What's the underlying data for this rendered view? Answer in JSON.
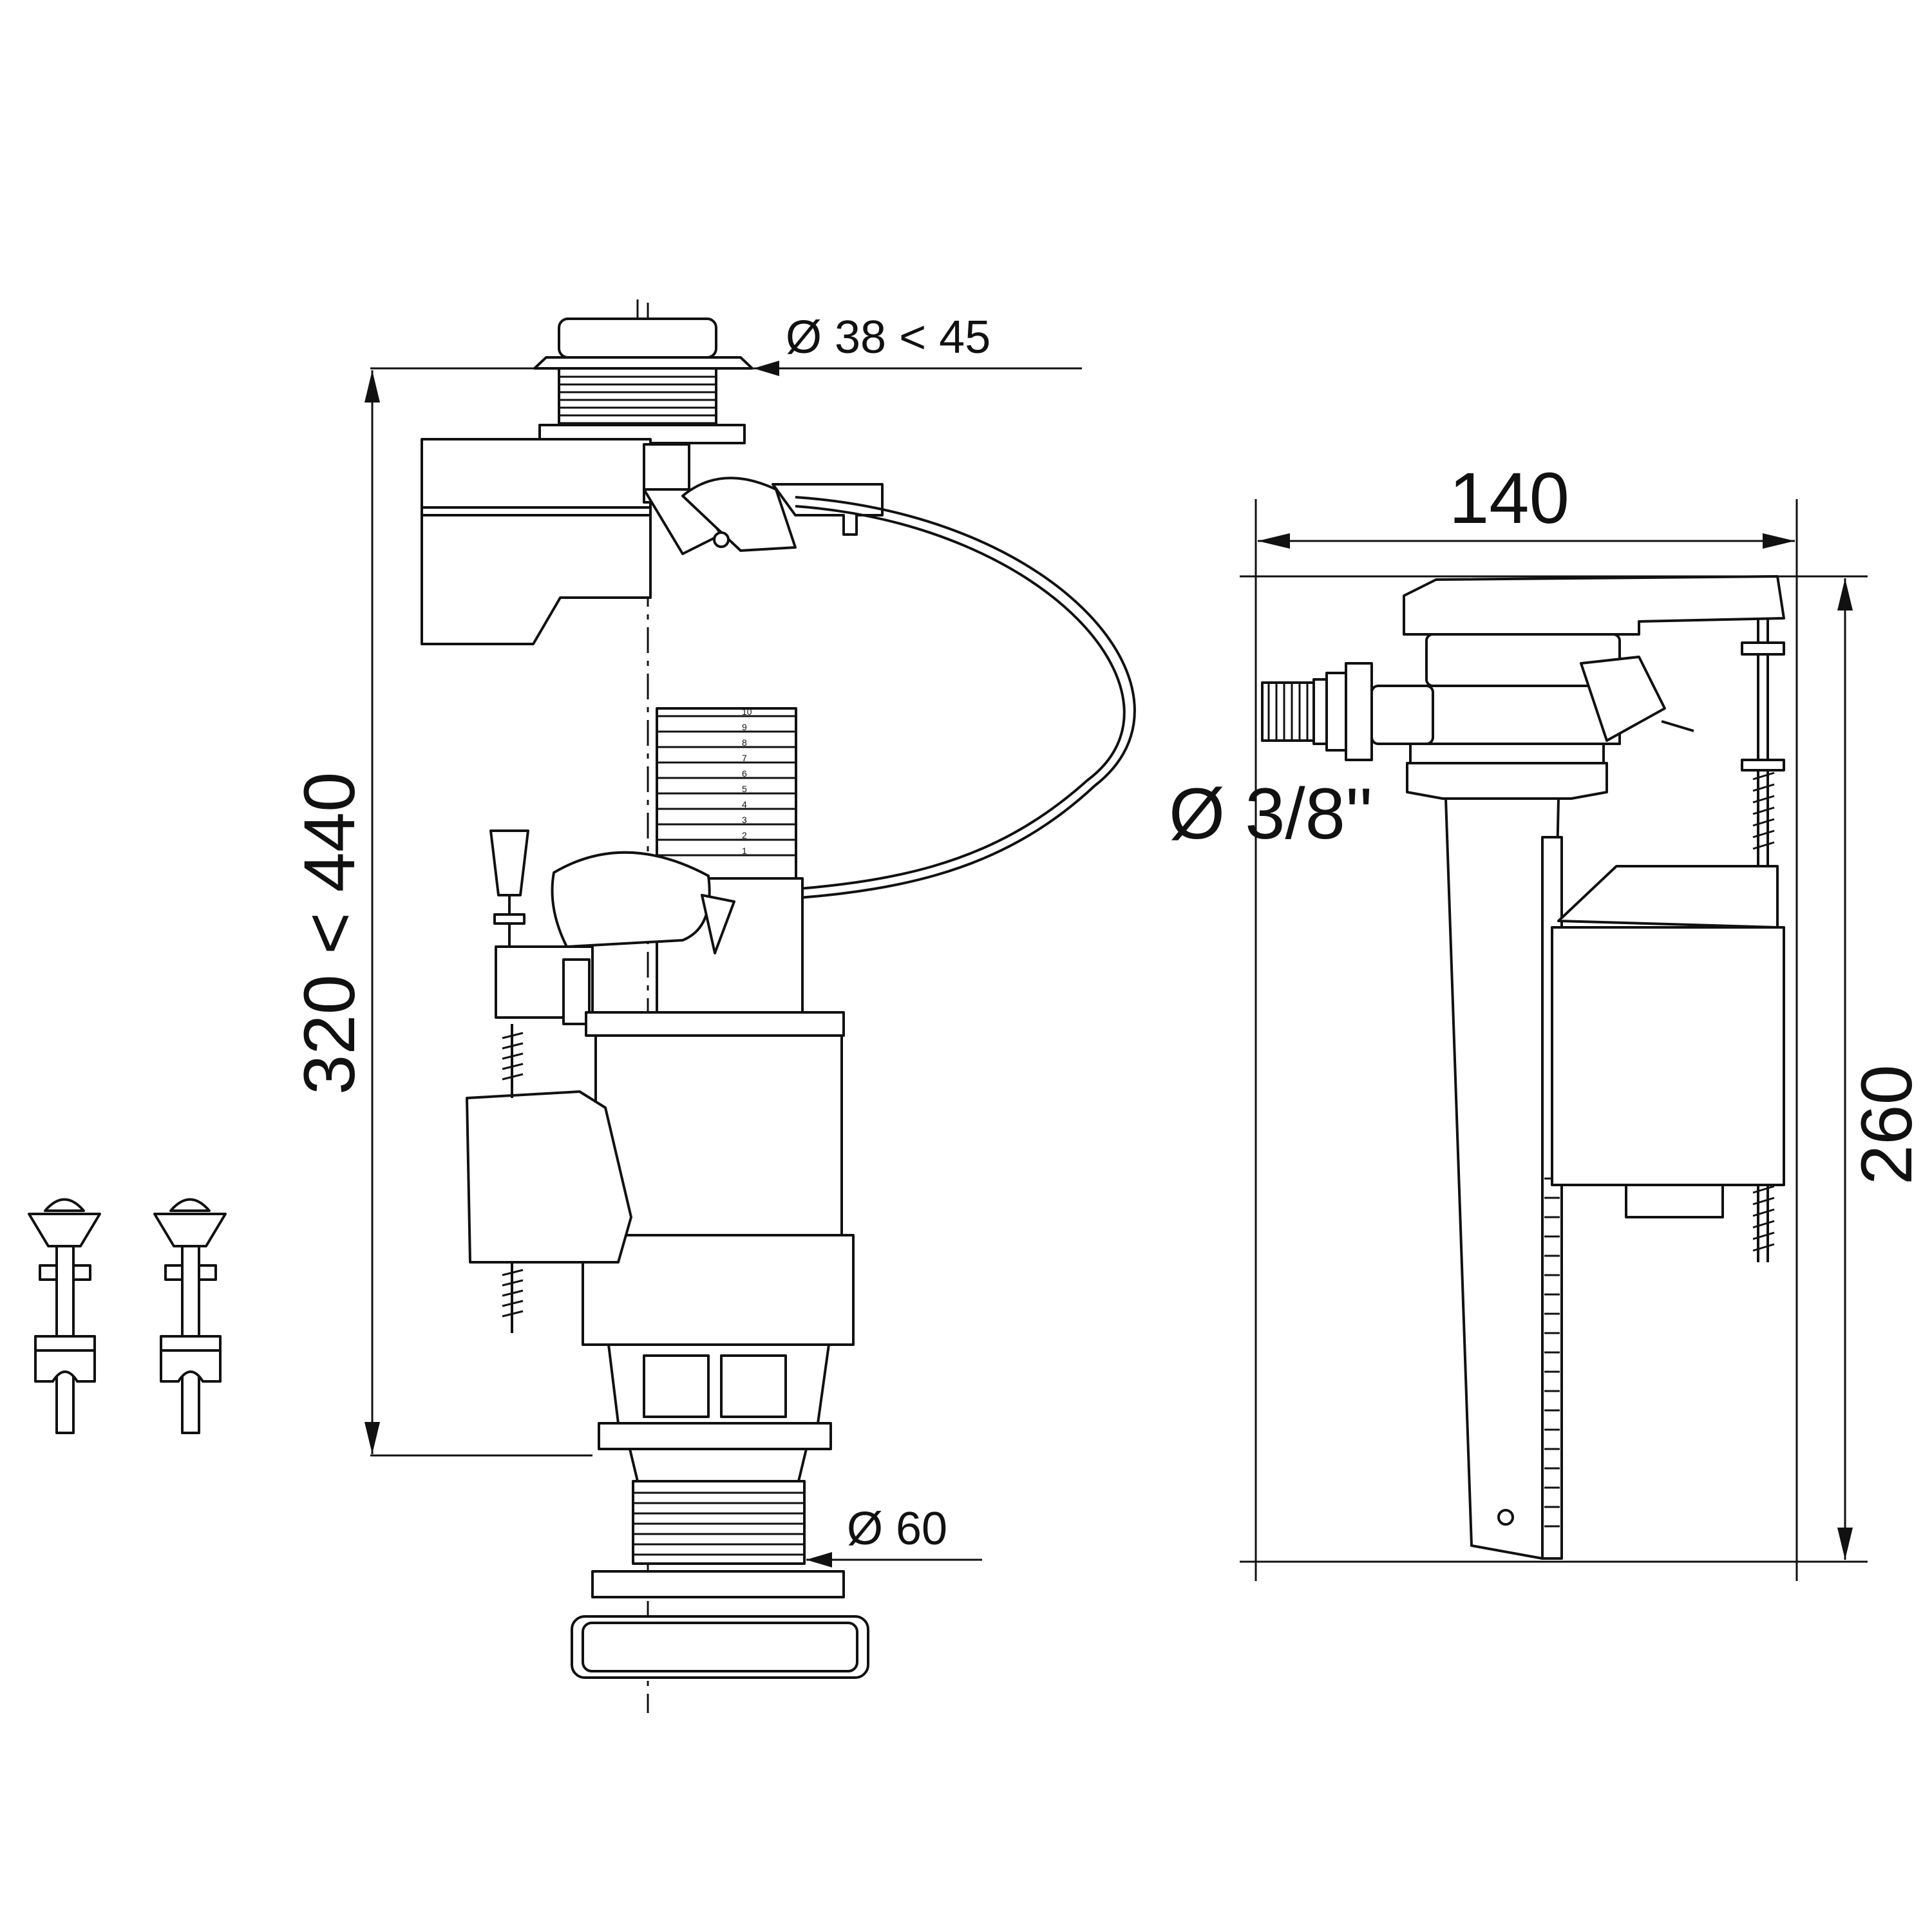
{
  "flush_valve": {
    "button_diameter_label": "Ø 38 < 45",
    "height_label": "320 < 440",
    "outlet_diameter_label": "Ø 60",
    "scale_marks": [
      "10",
      "9",
      "8",
      "7",
      "6",
      "5",
      "4",
      "3",
      "2",
      "1"
    ]
  },
  "fill_valve": {
    "width_label": "140",
    "height_label": "260",
    "inlet_thread_label": "Ø 3/8''"
  },
  "colors": {
    "line": "#111111",
    "background": "#ffffff"
  },
  "accessories": [
    "fixing-bolt",
    "fixing-bolt"
  ]
}
